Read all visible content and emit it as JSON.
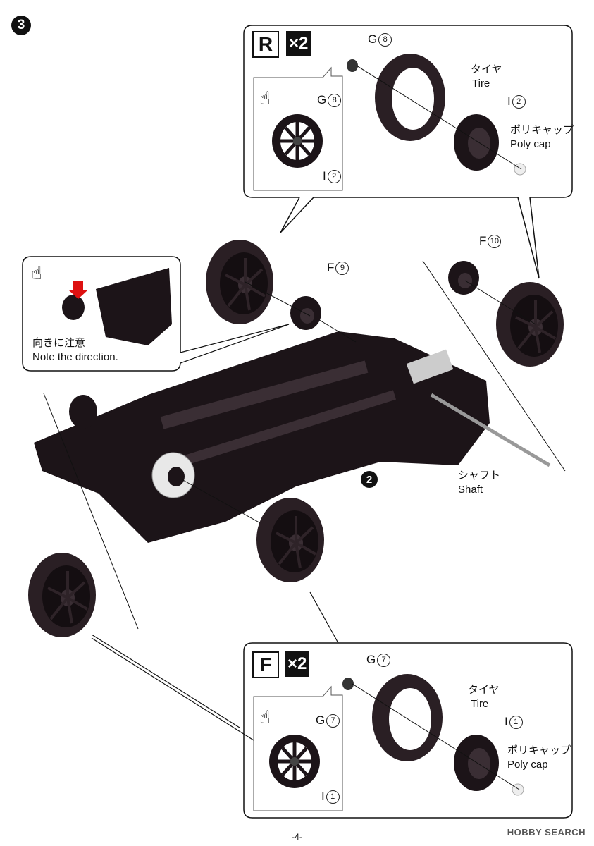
{
  "step_number": "3",
  "sub_ref": "2",
  "rear_box": {
    "side": "R",
    "qty": "×2",
    "g_part": {
      "letter": "G",
      "num": "8"
    },
    "i_part": {
      "letter": "I",
      "num": "2"
    },
    "tire_jp": "タイヤ",
    "tire_en": "Tire",
    "cap_jp": "ポリキャップ",
    "cap_en": "Poly cap"
  },
  "front_box": {
    "side": "F",
    "qty": "×2",
    "g_part": {
      "letter": "G",
      "num": "7"
    },
    "i_part": {
      "letter": "I",
      "num": "1"
    },
    "tire_jp": "タイヤ",
    "tire_en": "Tire",
    "cap_jp": "ポリキャップ",
    "cap_en": "Poly cap"
  },
  "note_box": {
    "jp": "向きに注意",
    "en": "Note the direction."
  },
  "f9": {
    "letter": "F",
    "num": "9"
  },
  "f10": {
    "letter": "F",
    "num": "10"
  },
  "shaft": {
    "jp": "シャフト",
    "en": "Shaft"
  },
  "page_number": "-4-",
  "watermark": "HOBBY SEARCH",
  "colors": {
    "ink": "#111111",
    "wheel": "#1c1418",
    "tire": "#2a1f24"
  }
}
